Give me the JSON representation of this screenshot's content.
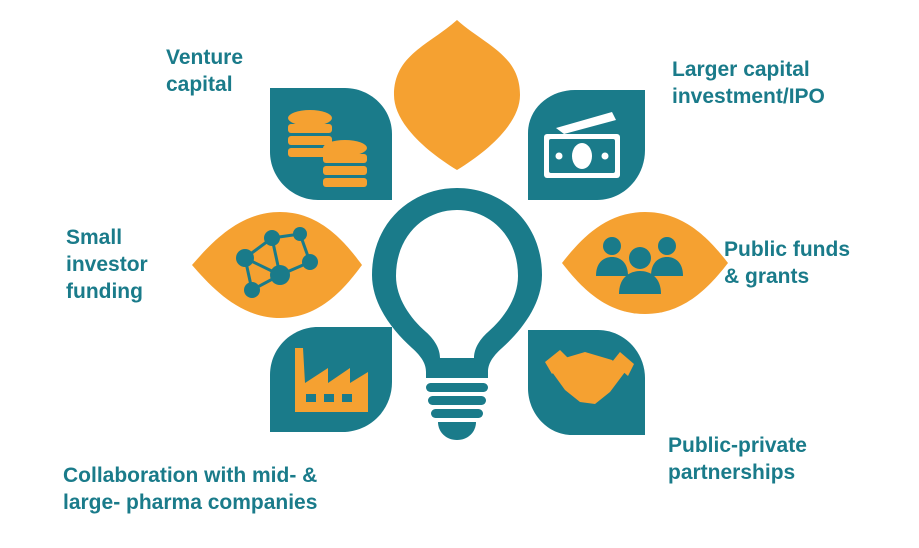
{
  "colors": {
    "teal": "#1a7b8a",
    "orange": "#f5a131",
    "white": "#ffffff"
  },
  "center_icon": "lightbulb-icon",
  "petals": [
    {
      "id": "venture-capital",
      "lines": [
        "Venture",
        "capital"
      ],
      "icon": "coin-stacks-icon",
      "color": "teal"
    },
    {
      "id": "top-center",
      "lines": [],
      "icon": "",
      "color": "orange"
    },
    {
      "id": "larger-capital",
      "lines": [
        "Larger capital",
        "investment/IPO"
      ],
      "icon": "banknote-icon",
      "color": "teal"
    },
    {
      "id": "public-funds",
      "lines": [
        "Public funds",
        "& grants"
      ],
      "icon": "people-group-icon",
      "color": "orange"
    },
    {
      "id": "public-private",
      "lines": [
        "Public-private",
        "partnerships"
      ],
      "icon": "handshake-icon",
      "color": "teal"
    },
    {
      "id": "collaboration",
      "lines": [
        "Collaboration with mid- &",
        "large- pharma companies"
      ],
      "icon": "factory-icon",
      "color": "teal"
    },
    {
      "id": "small-investor",
      "lines": [
        "Small",
        "investor",
        "funding"
      ],
      "icon": "network-icon",
      "color": "orange"
    }
  ]
}
